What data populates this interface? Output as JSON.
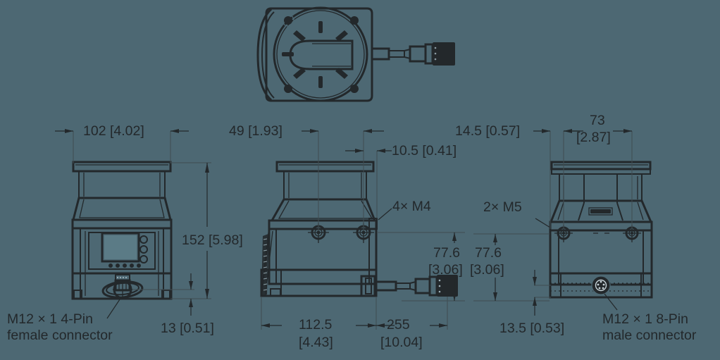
{
  "drawing": {
    "title": "Safety laser scanner dimensional drawing",
    "background_color": "#4d6873",
    "line_color": "#23282b",
    "views": [
      {
        "name": "top-view",
        "label": ""
      },
      {
        "name": "front-view",
        "label": ""
      },
      {
        "name": "side-view",
        "label": ""
      },
      {
        "name": "rear-view",
        "label": ""
      }
    ]
  },
  "dimensions": {
    "front_width": "102 [4.02]",
    "front_height": "152 [5.98]",
    "front_foot_height": "13 [0.51]",
    "side_top_offset": "49 [1.93]",
    "side_small_offset": "10.5 [0.41]",
    "side_base_width": "112.5",
    "side_base_width_in": "[4.43]",
    "side_cable_len": "255",
    "side_cable_len_in": "[10.04]",
    "side_conn_height": "77.6",
    "side_conn_height_in": "[3.06]",
    "rear_edge_offset": "14.5 [0.57]",
    "rear_hole_span": "73",
    "rear_hole_span_in": "[2.87]",
    "rear_conn_height": "77.6",
    "rear_conn_height_in": "[3.06]",
    "rear_foot_height": "13.5 [0.53]"
  },
  "annotations": {
    "thread_m4": "4× M4",
    "thread_m5": "2× M5",
    "connector_female_l1": "M12 × 1 4-Pin",
    "connector_female_l2": "female connector",
    "connector_male_l1": "M12 × 1 8-Pin",
    "connector_male_l2": "male connector"
  }
}
